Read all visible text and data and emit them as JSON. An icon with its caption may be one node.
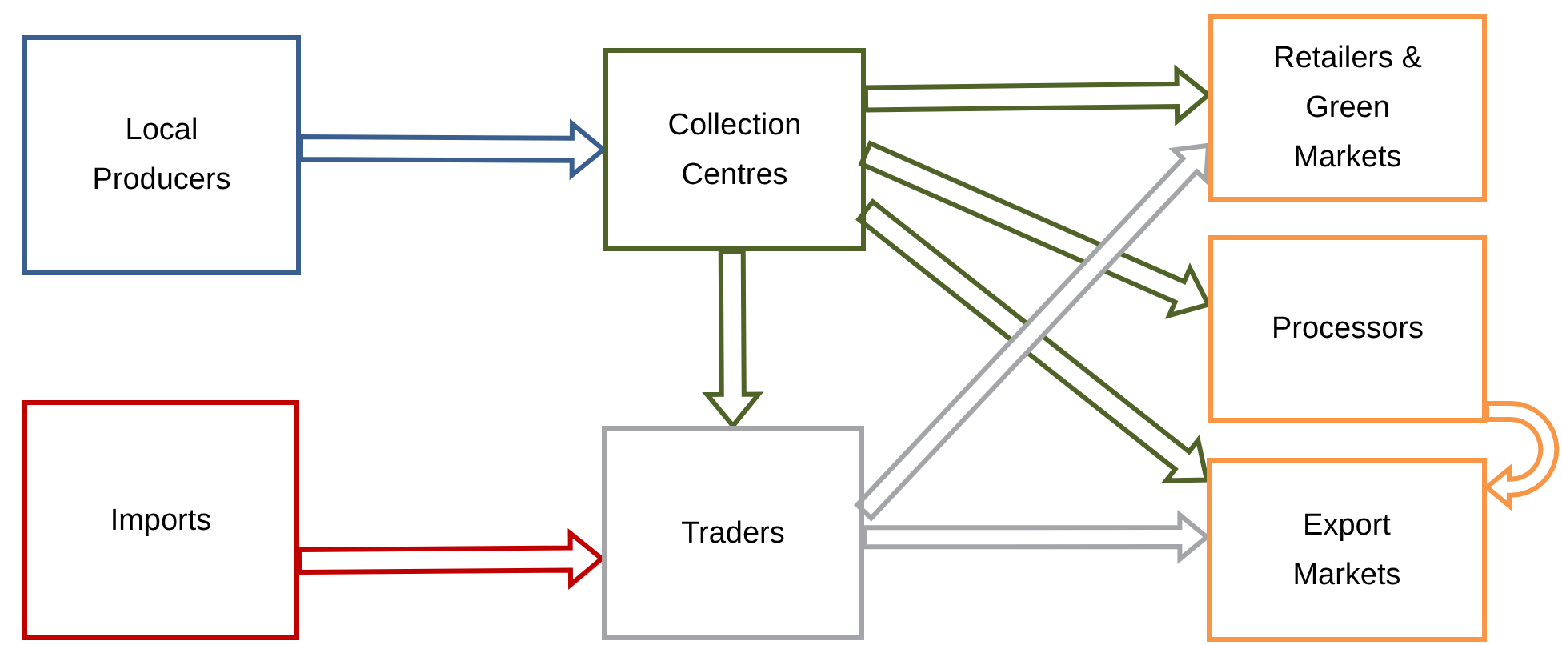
{
  "diagram": {
    "nodes": [
      {
        "text": [
          "Local Producers"
        ]
      },
      {
        "text": [
          "Collection Centres"
        ]
      },
      {
        "text": [
          "Imports"
        ]
      },
      {
        "text": [
          "Traders"
        ]
      },
      {
        "text": [
          "Retailers & Green Markets"
        ]
      },
      {
        "text": [
          "Processors"
        ]
      },
      {
        "text": [
          "Export Markets"
        ]
      }
    ],
    "edges": [
      {
        "from": 0,
        "to": 1,
        "arrow": "to",
        "color": "#3a5f8f"
      },
      {
        "from": 1,
        "to": 4,
        "arrow": "to"
      },
      {
        "from": 1,
        "to": 5,
        "arrow": "to"
      },
      {
        "from": 1,
        "to": 6,
        "arrow": "to"
      },
      {
        "from": 1,
        "to": 3,
        "arrow": "to"
      },
      {
        "from": 2,
        "to": 3,
        "arrow": "to",
        "color": "#c00000"
      },
      {
        "from": 3,
        "to": 4,
        "arrow": "to",
        "color": "#a3a5a8"
      },
      {
        "from": 3,
        "to": 6,
        "arrow": "to",
        "color": "#a3a5a8"
      },
      {
        "from": 5,
        "to": 6,
        "arrow": "to",
        "color": "#f79646"
      }
    ]
  }
}
